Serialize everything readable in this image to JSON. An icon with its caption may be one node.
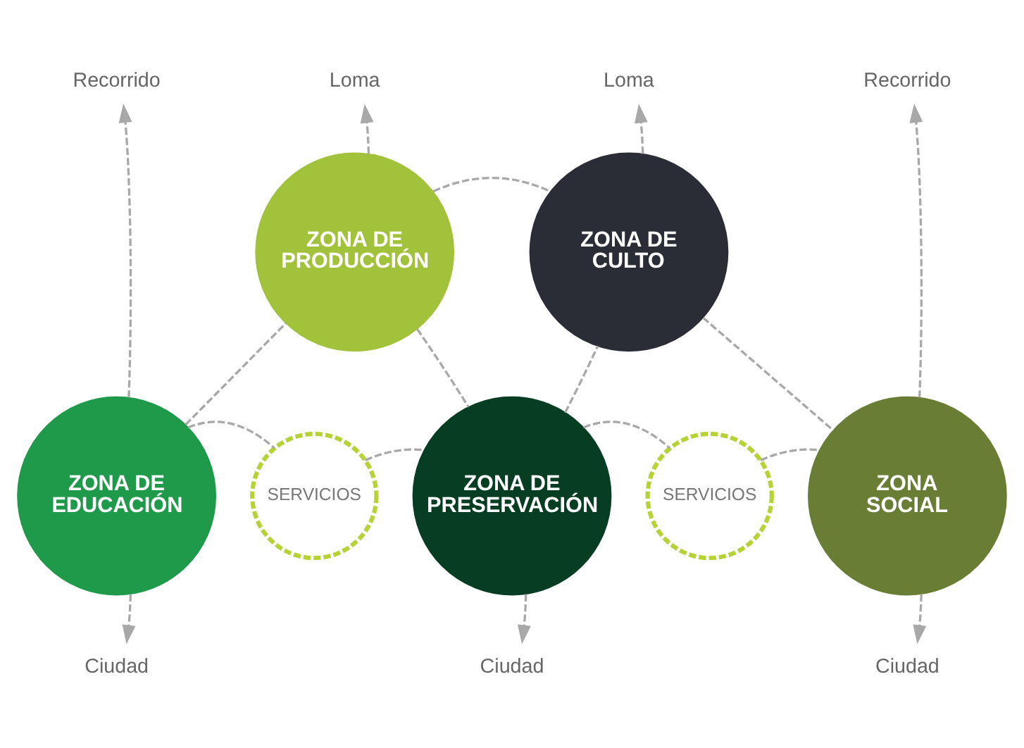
{
  "diagram": {
    "nodes": [
      {
        "text": [
          "Recorrido"
        ]
      },
      {
        "text": [
          "Loma"
        ]
      },
      {
        "text": [
          "Loma"
        ]
      },
      {
        "text": [
          "Recorrido"
        ]
      },
      {
        "text": [
          "ZONA DE PRODUCCIÓN"
        ]
      },
      {
        "text": [
          "ZONA DE CULTO"
        ]
      },
      {
        "text": [
          "ZONA DE EDUCACIÓN"
        ]
      },
      {
        "text": [
          "SERVICIOS"
        ]
      },
      {
        "text": [
          "ZONA DE PRESERVACIÓN"
        ]
      },
      {
        "text": [
          "SERVICIOS"
        ]
      },
      {
        "text": [
          "ZONA SOCIAL"
        ]
      },
      {
        "text": [
          "Ciudad"
        ]
      },
      {
        "text": [
          "Ciudad"
        ]
      },
      {
        "text": [
          "Ciudad"
        ]
      }
    ],
    "edges": [
      {
        "from": 6,
        "to": 0,
        "arrow": "to",
        "style": "dashed"
      },
      {
        "from": 4,
        "to": 1,
        "arrow": "to",
        "style": "dashed"
      },
      {
        "from": 5,
        "to": 2,
        "arrow": "to",
        "style": "dashed"
      },
      {
        "from": 10,
        "to": 3,
        "arrow": "to",
        "style": "dashed"
      },
      {
        "from": 4,
        "to": 5,
        "arrow": "none",
        "style": "dashed"
      },
      {
        "from": 6,
        "to": 4,
        "arrow": "none",
        "style": "dashed"
      },
      {
        "from": 4,
        "to": 8,
        "arrow": "none",
        "style": "dashed"
      },
      {
        "from": 8,
        "to": 5,
        "arrow": "none",
        "style": "dashed"
      },
      {
        "from": 5,
        "to": 10,
        "arrow": "none",
        "style": "dashed"
      },
      {
        "from": 6,
        "to": 7,
        "arrow": "none",
        "style": "dashed"
      },
      {
        "from": 7,
        "to": 8,
        "arrow": "none",
        "style": "dashed"
      },
      {
        "from": 8,
        "to": 9,
        "arrow": "none",
        "style": "dashed"
      },
      {
        "from": 9,
        "to": 10,
        "arrow": "none",
        "style": "dashed"
      },
      {
        "from": 6,
        "to": 11,
        "arrow": "to",
        "style": "dashed"
      },
      {
        "from": 8,
        "to": 12,
        "arrow": "to",
        "style": "dashed"
      },
      {
        "from": 10,
        "to": 13,
        "arrow": "to",
        "style": "dashed"
      }
    ]
  }
}
